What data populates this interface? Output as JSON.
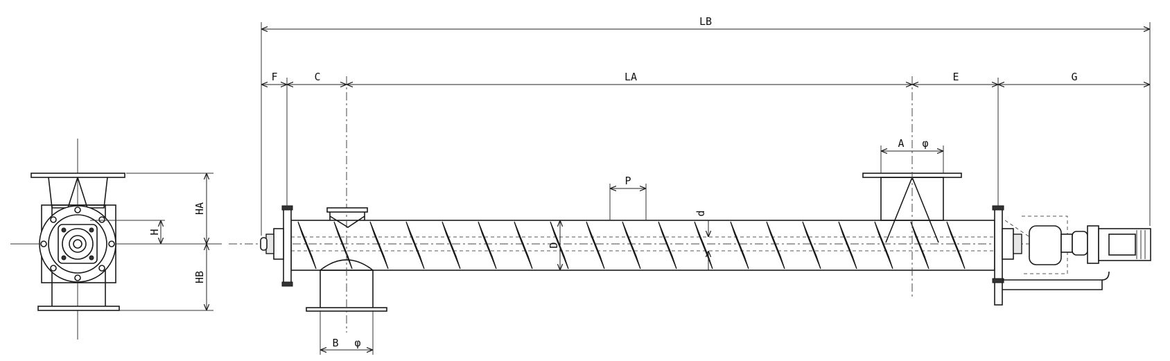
{
  "drawing": {
    "labels": {
      "LB": "LB",
      "F": "F",
      "C": "C",
      "LA": "LA",
      "E": "E",
      "G": "G",
      "A": "A",
      "B": "B",
      "phi": "φ",
      "P": "P",
      "d": "d",
      "D": "D",
      "H": "H",
      "HA": "HA",
      "HB": "HB"
    }
  }
}
